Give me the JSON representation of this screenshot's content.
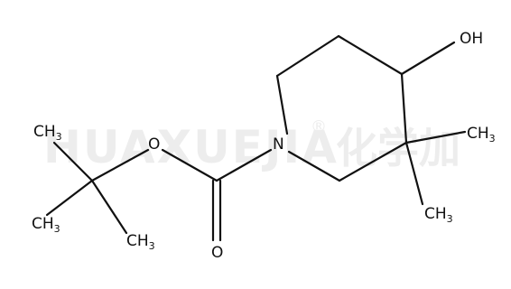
{
  "watermark": {
    "latin": "HUAXUEJIA",
    "registered": "®",
    "chinese": "化学加"
  },
  "molecule": {
    "atoms": {
      "oh": {
        "main": "OH"
      },
      "ring_n": {
        "main": "N"
      },
      "ester_o": {
        "main": "O"
      },
      "carbonyl_o": {
        "main": "O"
      },
      "ch3_upper_left": {
        "main": "CH",
        "sub": "3"
      },
      "ch3_lower_left": {
        "main": "CH",
        "sub": "3"
      },
      "ch3_lower_mid": {
        "main": "CH",
        "sub": "3"
      },
      "ch3_right_upper": {
        "main": "CH",
        "sub": "3"
      },
      "ch3_right_lower": {
        "main": "CH",
        "sub": "3"
      }
    }
  }
}
